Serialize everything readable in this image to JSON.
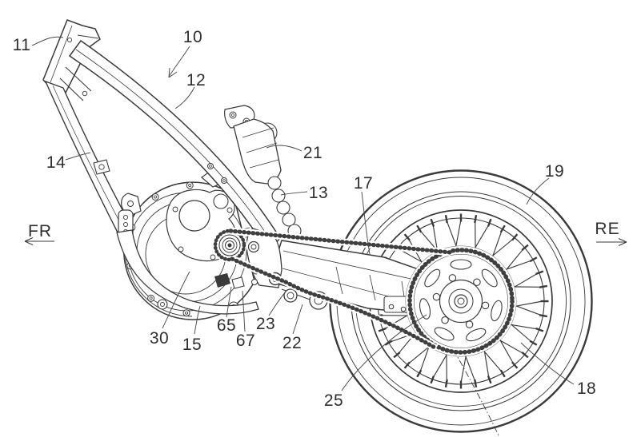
{
  "page": {
    "background_color": "#ffffff",
    "line_color": "#3a3a3a",
    "label_color": "#2f2f2f"
  },
  "drawing": {
    "kind": "patent-line-drawing",
    "labels": [
      {
        "id": "10",
        "text": "10"
      },
      {
        "id": "11",
        "text": "11"
      },
      {
        "id": "12",
        "text": "12"
      },
      {
        "id": "13",
        "text": "13"
      },
      {
        "id": "14",
        "text": "14"
      },
      {
        "id": "15",
        "text": "15"
      },
      {
        "id": "17",
        "text": "17"
      },
      {
        "id": "18",
        "text": "18"
      },
      {
        "id": "19",
        "text": "19"
      },
      {
        "id": "21",
        "text": "21"
      },
      {
        "id": "22",
        "text": "22"
      },
      {
        "id": "23",
        "text": "23"
      },
      {
        "id": "25",
        "text": "25"
      },
      {
        "id": "30",
        "text": "30"
      },
      {
        "id": "65",
        "text": "65"
      },
      {
        "id": "67",
        "text": "67"
      }
    ],
    "direction_indicators": {
      "front": {
        "text": "FR"
      },
      "rear": {
        "text": "RE"
      }
    }
  }
}
